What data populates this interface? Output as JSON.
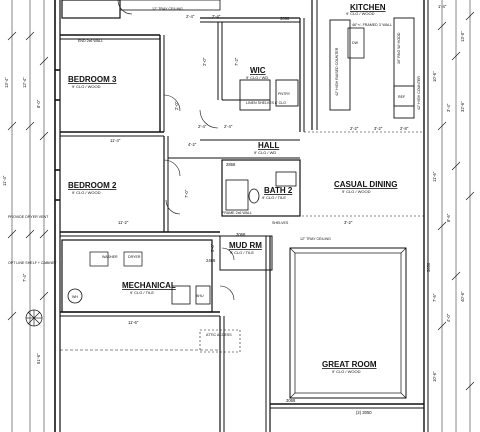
{
  "rooms": {
    "kitchen": {
      "name": "KITCHEN",
      "finish": "9' CLG / WOOD"
    },
    "bedroom3": {
      "name": "BEDROOM 3",
      "finish": "9' CLG / WOOD"
    },
    "bedroom2": {
      "name": "BEDROOM 2",
      "finish": "9' CLG / WOOD"
    },
    "wic": {
      "name": "WIC",
      "finish": "9' CLG / WD"
    },
    "hall": {
      "name": "HALL",
      "finish": "9' CLG / WD"
    },
    "bath2": {
      "name": "BATH 2",
      "finish": "9' CLG / TILE"
    },
    "casual_dining": {
      "name": "CASUAL DINING",
      "finish": "9' CLG / WOOD"
    },
    "mudrm": {
      "name": "MUD RM",
      "finish": "9' CLG / TILE"
    },
    "mechanical": {
      "name": "MECHANICAL",
      "finish": "9' CLG / TILE"
    },
    "great_room": {
      "name": "GREAT ROOM",
      "finish": "9' CLG / WOOD"
    }
  },
  "notes": {
    "tray_top": "12\" TRAY CEILING",
    "end_wall": "END 2x6 WALL",
    "framed_wall": "46\"+/- FRAMED 3' WALL",
    "raised_counter": "42\" HIGH RAISED COUNTER",
    "linen": "LINEN SHELVES 8' CLG",
    "provide_dryer": "PROVIDE DRYER VENT",
    "utility_shelf": "OPT LINE SHELF + CABINET",
    "washer": "WASHER",
    "dryer": "DRYER",
    "shelves": "SHELVES",
    "attic": "ATTIC ACCESS",
    "tray_great": "12\" TRAY CEILING",
    "frame_wall": "FRAME 2x6 WALL",
    "wh": "WH",
    "ahu": "AHU",
    "ref": "REF",
    "pantry": "PNTRY",
    "dw": "DW",
    "shelf_pole": "30\" RNG W/ HOOD",
    "high_counter": "42\" HIGH COUNTER"
  },
  "dims": {
    "d_top1": "2'-4\"",
    "d_top2": "2'-4\"",
    "d_top3": "3068",
    "d_hall1": "2'-4\"",
    "d_hall2": "2'-4\"",
    "d_hall3": "4'-2\"",
    "d_bed3_w": "11'-4\"",
    "d_bed2_w": "11'-2\"",
    "d_bed2_left": "11'-4\"",
    "d_mech_w": "11'-6\"",
    "d_door_2868": "2868",
    "d_door_3068": "3068",
    "d_door_2468": "2468",
    "d_door_3068b": "3068",
    "d_door_3050": "3050",
    "d_door_2050": "(2) 3050",
    "d_casual": "3'-2\"",
    "d_kitchen1": "2'-2\"",
    "d_kitchen2": "3'-2\"",
    "d_kitchen3": "2'-8\"",
    "d_left1": "13'-4\"",
    "d_left2": "12'-4\"",
    "d_left3": "7'-4\"",
    "d_left4": "8'-0\"",
    "d_right1": "10'-6\"",
    "d_right2": "11'-6\"",
    "d_right3": "3'-4\"",
    "d_right4": "8'-6\"",
    "d_right5": "4'-0\"",
    "d_right6": "7'-6\"",
    "d_right7": "10'-6\"",
    "d_vert_left": "51'-6\"",
    "d_vert_right": "40'-6\"",
    "d_vert_right2": "32'-6\"",
    "d_top_right": "1'-4\"",
    "d_right_top": "13'-0\"",
    "d_wic1": "2'-0\"",
    "d_wic2": "7'-2\"",
    "d_mud1": "5'-0\"",
    "d_hall_dim": "2'-0\"",
    "d_bath_dim": "7'-0\""
  }
}
